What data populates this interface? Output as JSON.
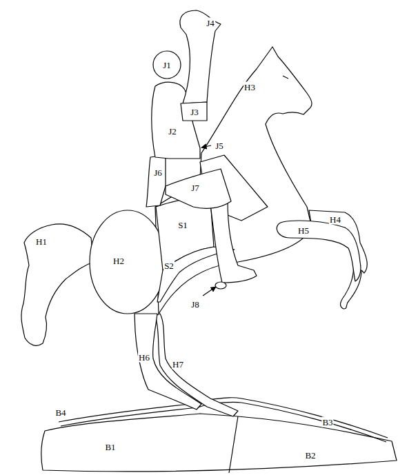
{
  "diagram": {
    "labels": [
      "J4",
      "J1",
      "H3",
      "J3",
      "J2",
      "J5",
      "J6",
      "J7",
      "S1",
      "H4",
      "H5",
      "H1",
      "H2",
      "S2",
      "J8",
      "H6",
      "H7",
      "B4",
      "B3",
      "B1",
      "B2"
    ]
  }
}
